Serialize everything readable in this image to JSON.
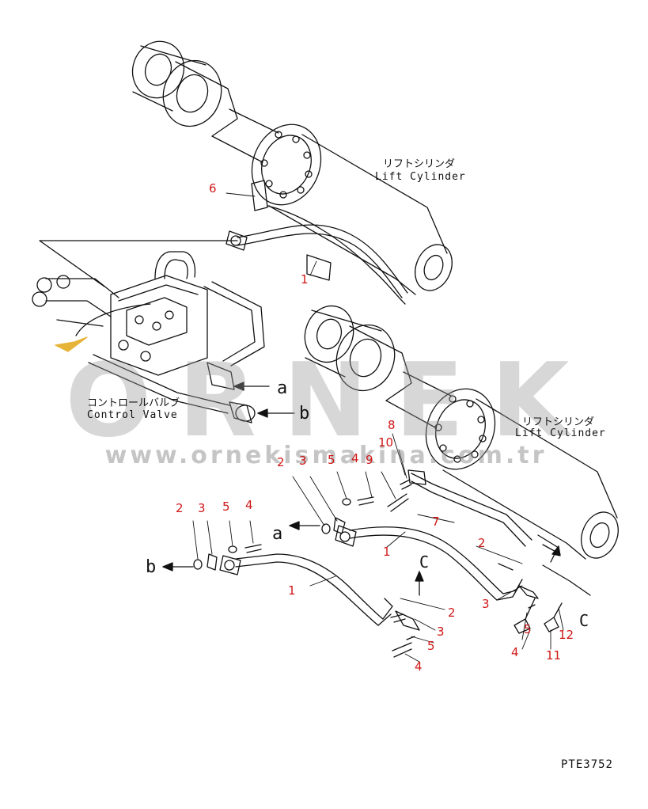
{
  "labels": {
    "lift_cylinder_jp": "リフトシリンダ",
    "lift_cylinder_en": "Lift Cylinder",
    "control_valve_jp": "コントロールバルブ",
    "control_valve_en": "Control Valve",
    "a": "a",
    "b": "b",
    "c": "C",
    "drawing_code": "PTE3752"
  },
  "watermark": {
    "brand": "ORNEK",
    "url": "www.ornekismakina.com.tr"
  },
  "callouts": {
    "top_hose": "1",
    "top_clamp": "6",
    "lower_hose_right": "1",
    "lower_hose_left": "1",
    "tube": "7",
    "r_o_ring_top": "2",
    "r_flange_top": "3",
    "r_washer_top": "5",
    "r_bolt_top": "4",
    "r_screw_9": "9",
    "r_bolt_10": "10",
    "r_part_8": "8",
    "l_o_ring": "2",
    "l_flange": "3",
    "l_washer": "5",
    "l_bolt": "4",
    "mid_o_ring": "2",
    "mid_flange": "3",
    "mid_washer": "5",
    "mid_bolt": "4",
    "rt_o_ring": "2",
    "rt_flange": "3",
    "rt_washer": "5",
    "rt_bolt": "4",
    "rt_bolt_11": "11",
    "rt_washer_12": "12"
  },
  "colors": {
    "line": "#111111",
    "callout": "#d01818",
    "watermark": "#969696",
    "accent": "#e7b43a"
  }
}
